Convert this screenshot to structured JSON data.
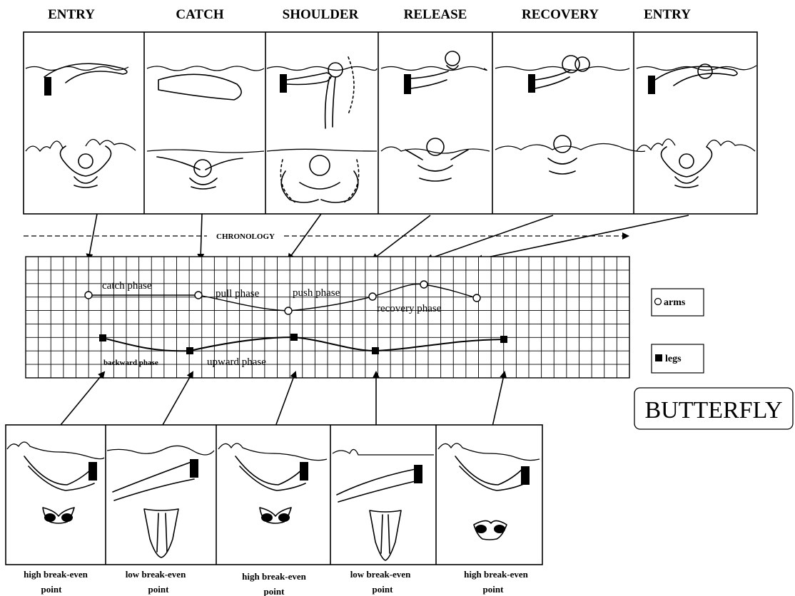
{
  "stroke_phases": [
    "ENTRY",
    "CATCH",
    "SHOULDER",
    "RELEASE",
    "RECOVERY",
    "ENTRY"
  ],
  "chronology_label": "CHRONOLOGY",
  "arm_phases": {
    "catch": "catch phase",
    "pull": "pull phase",
    "push": "push phase",
    "recovery": "recovery phase"
  },
  "leg_phases": {
    "backward": "backward phase",
    "upward": "upward phase"
  },
  "legend": {
    "arms": "arms",
    "legs": "legs"
  },
  "stroke_name": "BUTTERFLY",
  "leg_points": [
    {
      "line1": "high break-even",
      "line2": "point"
    },
    {
      "line1": "low  break-even",
      "line2": "point"
    },
    {
      "line1": "high break-even",
      "line2": "point"
    },
    {
      "line1": "low  break-even",
      "line2": "point"
    },
    {
      "line1": "high break-even",
      "line2": "point"
    }
  ],
  "colors": {
    "ink": "#000000",
    "paper": "#ffffff"
  }
}
